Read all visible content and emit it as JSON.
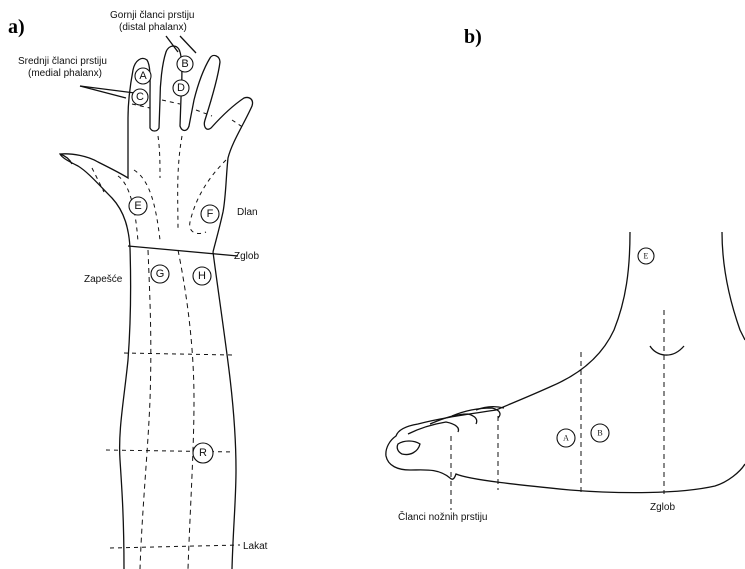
{
  "panel_a": {
    "label": "a)",
    "distal_label_1": "Gornji članci prstiju",
    "distal_label_2": "(distal phalanx)",
    "medial_label_1": "Srednji članci prstiju",
    "medial_label_2": "(medial phalanx)",
    "palm_label": "Dlan",
    "wrist_label": "Zglob",
    "forearm_label": "Zapešće",
    "elbow_label": "Lakat",
    "markers": {
      "A": "A",
      "B": "B",
      "C": "C",
      "D": "D",
      "E": "E",
      "F": "F",
      "G": "G",
      "H": "H",
      "R": "R"
    }
  },
  "panel_b": {
    "label": "b)",
    "toes_label": "Članci nožnih prstiju",
    "ankle_label": "Zglob",
    "markers": {
      "A": "A",
      "B": "B",
      "E": "E"
    }
  }
}
